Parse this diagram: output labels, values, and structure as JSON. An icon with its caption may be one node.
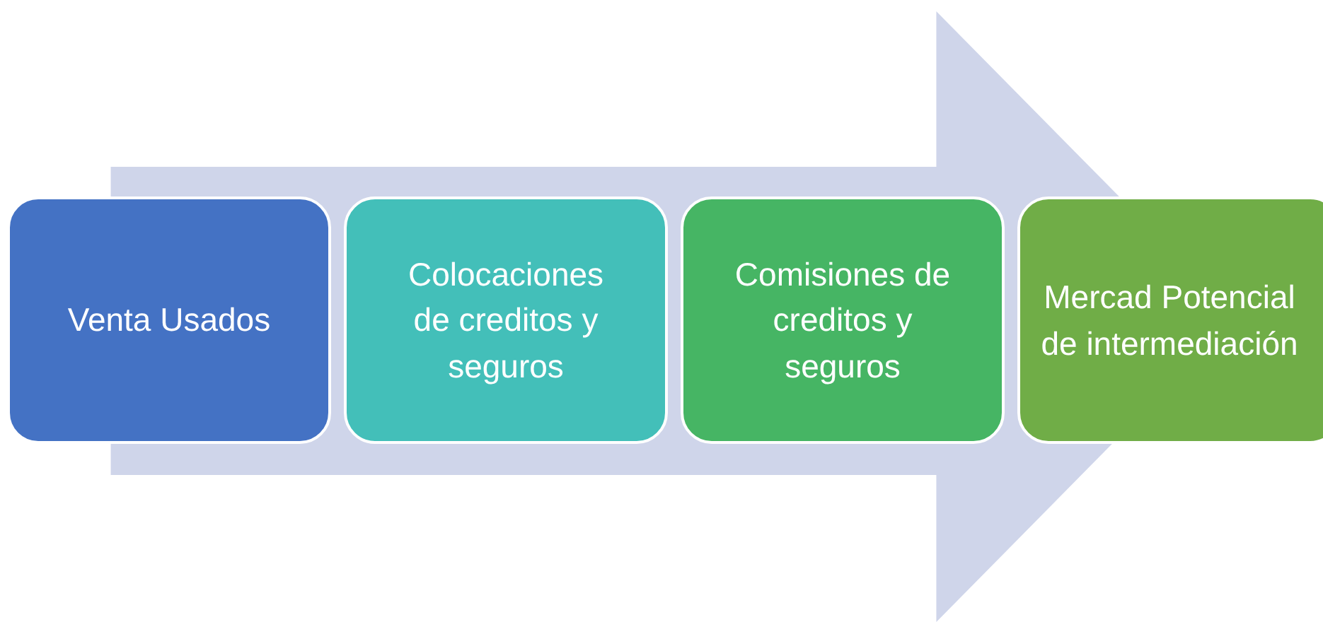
{
  "diagram": {
    "nodes": [
      {
        "text": [
          "Venta Usados"
        ]
      },
      {
        "text": [
          "Colocaciones de creditos y seguros"
        ]
      },
      {
        "text": [
          "Comisiones de creditos y seguros"
        ]
      },
      {
        "text": [
          "Mercad Potencial de intermediación"
        ]
      }
    ],
    "edges": [
      {
        "from": 0,
        "to": 3,
        "arrow": "to"
      }
    ]
  }
}
